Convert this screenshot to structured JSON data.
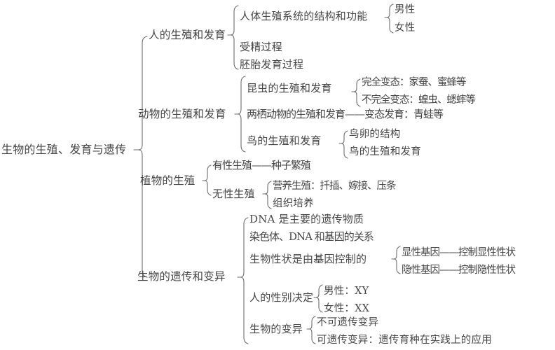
{
  "diagram": {
    "title": "生物的生殖、发育与遗传",
    "type": "mind-map",
    "text_color": "#454545",
    "line_color": "#6b6b6b",
    "background": "#ffffff"
  },
  "nodes": {
    "root": "生物的生殖、发育与遗传",
    "human_repro": "人的生殖和发育",
    "human_system": "人体生殖系统的结构和功能",
    "male": "男性",
    "female": "女性",
    "fertilization": "受精过程",
    "embryo": "胚胎发育过程",
    "animal_repro": "动物的生殖和发育",
    "insect_repro": "昆虫的生殖和发育",
    "complete_meta": "完全变态：家蚕、蜜蜂等",
    "incomplete_meta": "不完全变态：蝗虫、蟋蟀等",
    "amphibian_repro": "两栖动物的生殖和发育——变态发育：青蛙等",
    "bird_repro": "鸟的生殖和发育",
    "egg_structure": "鸟卵的结构",
    "bird_repro_sub": "鸟的生殖和发育",
    "plant_repro": "植物的生殖",
    "sexual_repro": "有性生殖——种子繁殖",
    "asexual_repro": "无性生殖",
    "vegetative": "营养生殖：扦插、嫁接、压条",
    "tissue_culture": "组织培养",
    "heredity_variation": "生物的遗传和变异",
    "dna_material": "DNA 是主要的遗传物质",
    "chromosome_rel": "染色体、DNA 和基因的关系",
    "traits_genes": "生物性状是由基因控制的",
    "dominant_gene": "显性基因——控制显性性状",
    "recessive_gene": "隐性基因——控制隐性性状",
    "sex_determination": "人的性别决定",
    "male_xy": "男性：XY",
    "female_xx": "女性：XX",
    "variation": "生物的变异",
    "non_heritable": "不可遗传变异",
    "heritable": "可遗传变异：遗传育种在实践上的应用"
  }
}
